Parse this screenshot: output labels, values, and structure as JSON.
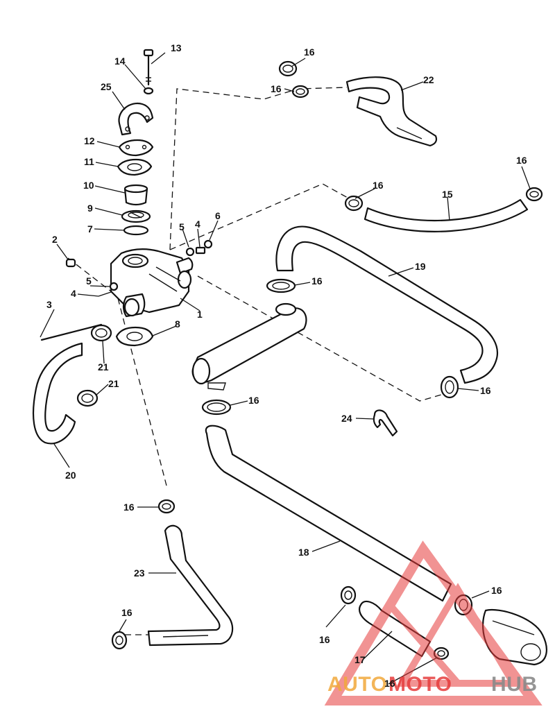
{
  "callouts": {
    "c1": "1",
    "c2": "2",
    "c3": "3",
    "c4a": "4",
    "c4b": "4",
    "c5a": "5",
    "c5b": "5",
    "c6": "6",
    "c7": "7",
    "c8": "8",
    "c9": "9",
    "c10": "10",
    "c11": "11",
    "c12": "12",
    "c13": "13",
    "c14": "14",
    "c15": "15",
    "c16a": "16",
    "c16b": "16",
    "c16c": "16",
    "c16d": "16",
    "c16e": "16",
    "c16f": "16",
    "c16g": "16",
    "c16h": "16",
    "c16i": "16",
    "c16j": "16",
    "c16k": "16",
    "c16l": "16",
    "c17": "17",
    "c18": "18",
    "c19": "19",
    "c20": "20",
    "c21a": "21",
    "c21b": "21",
    "c22": "22",
    "c23": "23",
    "c24": "24",
    "c25": "25"
  },
  "watermark": {
    "part1": "AUTO",
    "part2": "MOTO",
    "part3": "HUB",
    "color_orange": "#f2a93b",
    "color_red": "#e63b3b",
    "color_gray": "#8a8a8a"
  }
}
